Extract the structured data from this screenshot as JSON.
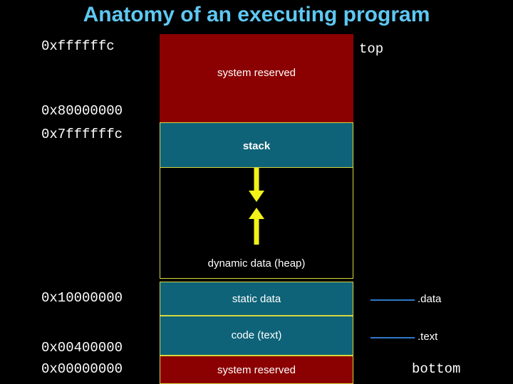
{
  "slide": {
    "title": "Anatomy of an executing program",
    "background_color": "#000000",
    "title_color": "#5ec8f2"
  },
  "memory_map": {
    "bands": [
      {
        "id": "system-reserved-top",
        "label": "system reserved",
        "color": "#8b0000"
      },
      {
        "id": "stack",
        "label": "stack",
        "color": "#0e6378"
      },
      {
        "id": "free-space",
        "label": "",
        "color": "#000000"
      },
      {
        "id": "heap",
        "label": "dynamic data (heap)",
        "color": "#000000"
      },
      {
        "id": "static-data",
        "label": "static data",
        "color": "#0e6378"
      },
      {
        "id": "code-text",
        "label": "code (text)",
        "color": "#0e6378"
      },
      {
        "id": "system-reserved-bottom",
        "label": "system reserved",
        "color": "#8b0000"
      }
    ],
    "border_color": "#d8d840",
    "arrow_color": "#f2f21a"
  },
  "addresses": [
    {
      "id": "addr-top",
      "value": "0xffffffc"
    },
    {
      "id": "addr-80000000",
      "value": "0x80000000"
    },
    {
      "id": "addr-7ffffffc",
      "value": "0x7ffffffc"
    },
    {
      "id": "addr-10000000",
      "value": "0x10000000"
    },
    {
      "id": "addr-00400000",
      "value": "0x00400000"
    },
    {
      "id": "addr-00000000",
      "value": "0x00000000"
    }
  ],
  "annotations": {
    "top": "top",
    "bottom": "bottom",
    "data_section": ".data",
    "text_section": ".text"
  }
}
